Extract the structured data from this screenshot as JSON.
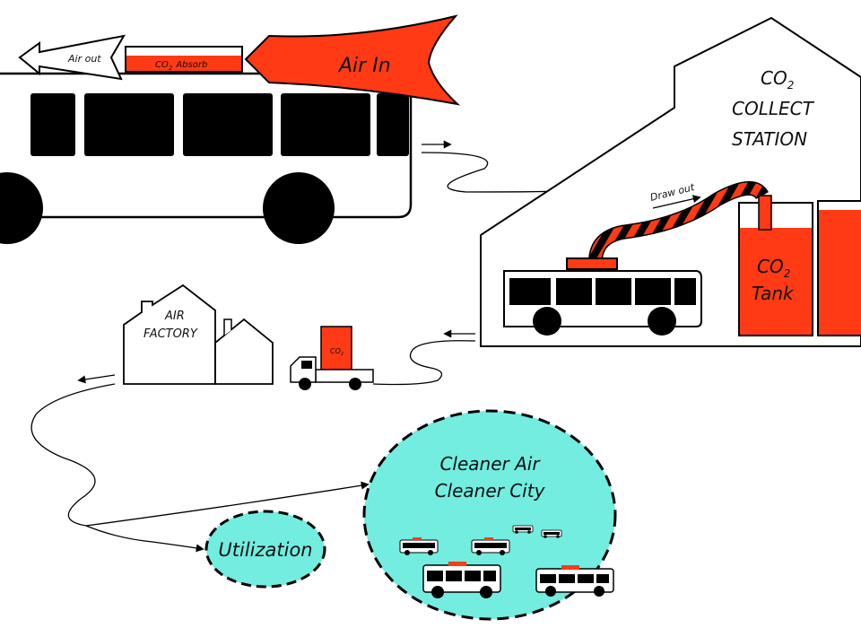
{
  "labels": {
    "air_out": "Air out",
    "co2_absorb": "CO",
    "co2_absorb_sub": "2",
    "co2_absorb_tail": "Absorb",
    "air_in": "Air In",
    "station_line1": "CO",
    "station_line1_sub": "2",
    "station_line2": "COLLECT",
    "station_line3": "STATION",
    "draw_out": "Draw out",
    "tank_line1": "CO",
    "tank_line1_sub": "2",
    "tank_line2": "Tank",
    "factory_line1": "AIR",
    "factory_line2": "FACTORY",
    "truck_label": "CO",
    "truck_label_sub": "2",
    "utilization": "Utilization",
    "city_line1": "Cleaner Air",
    "city_line2": "Cleaner City"
  },
  "colors": {
    "accent_red": "#ff3a14",
    "city_cyan": "#72ede0",
    "ink": "#000000",
    "paper": "#ffffff"
  }
}
